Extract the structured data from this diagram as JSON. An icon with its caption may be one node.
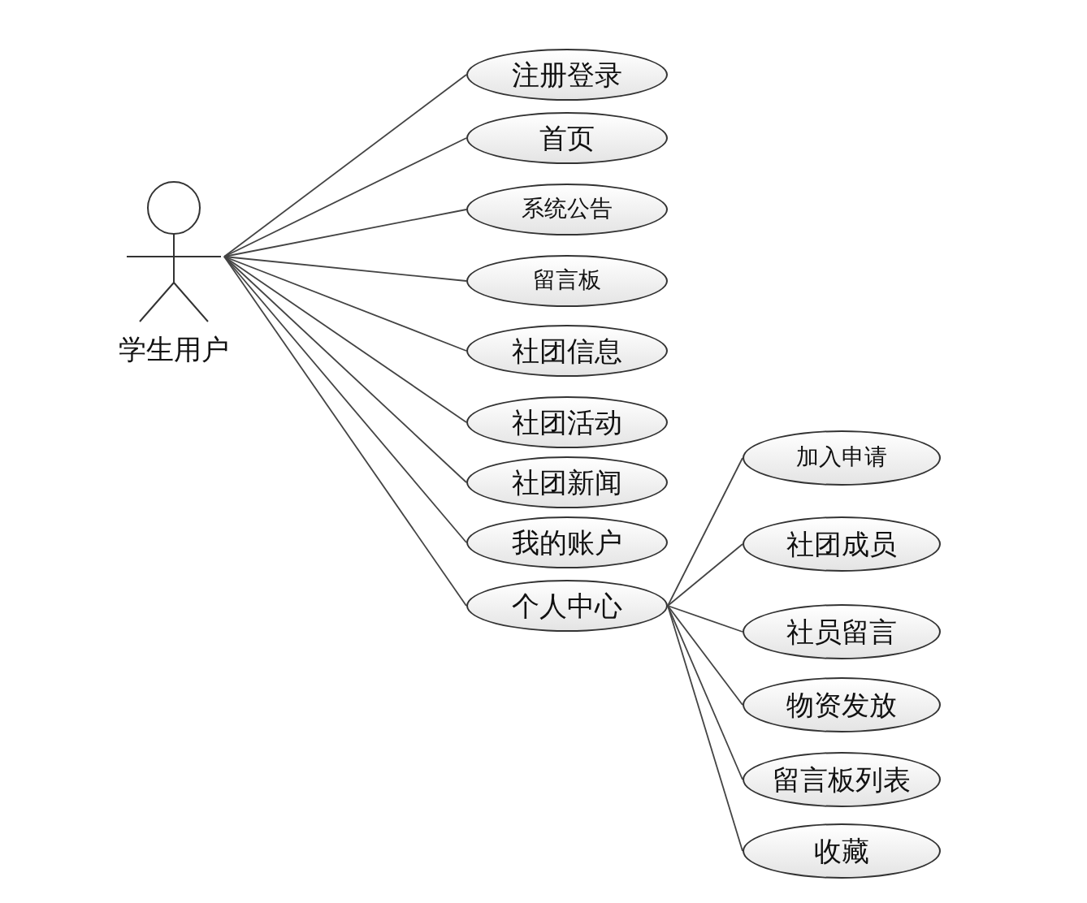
{
  "diagram": {
    "nodes": [
      {
        "text": [
          "学生用户"
        ]
      },
      {
        "text": [
          "注册登录"
        ]
      },
      {
        "text": [
          "首页"
        ]
      },
      {
        "text": [
          "系统公告"
        ]
      },
      {
        "text": [
          "留言板"
        ]
      },
      {
        "text": [
          "社团信息"
        ]
      },
      {
        "text": [
          "社团活动"
        ]
      },
      {
        "text": [
          "社团新闻"
        ]
      },
      {
        "text": [
          "我的账户"
        ]
      },
      {
        "text": [
          "个人中心"
        ]
      },
      {
        "text": [
          "加入申请"
        ]
      },
      {
        "text": [
          "社团成员"
        ]
      },
      {
        "text": [
          "社员留言"
        ]
      },
      {
        "text": [
          "物资发放"
        ]
      },
      {
        "text": [
          "留言板列表"
        ]
      },
      {
        "text": [
          "收藏"
        ]
      }
    ],
    "edges": [
      {
        "from": 0,
        "to": 1,
        "arrow": "none"
      },
      {
        "from": 0,
        "to": 2,
        "arrow": "none"
      },
      {
        "from": 0,
        "to": 3,
        "arrow": "none"
      },
      {
        "from": 0,
        "to": 4,
        "arrow": "none"
      },
      {
        "from": 0,
        "to": 5,
        "arrow": "none"
      },
      {
        "from": 0,
        "to": 6,
        "arrow": "none"
      },
      {
        "from": 0,
        "to": 7,
        "arrow": "none"
      },
      {
        "from": 0,
        "to": 8,
        "arrow": "none"
      },
      {
        "from": 0,
        "to": 9,
        "arrow": "none"
      },
      {
        "from": 9,
        "to": 10,
        "arrow": "none"
      },
      {
        "from": 9,
        "to": 11,
        "arrow": "none"
      },
      {
        "from": 9,
        "to": 12,
        "arrow": "none"
      },
      {
        "from": 9,
        "to": 13,
        "arrow": "none"
      },
      {
        "from": 9,
        "to": 14,
        "arrow": "none"
      },
      {
        "from": 9,
        "to": 15,
        "arrow": "none"
      }
    ]
  }
}
